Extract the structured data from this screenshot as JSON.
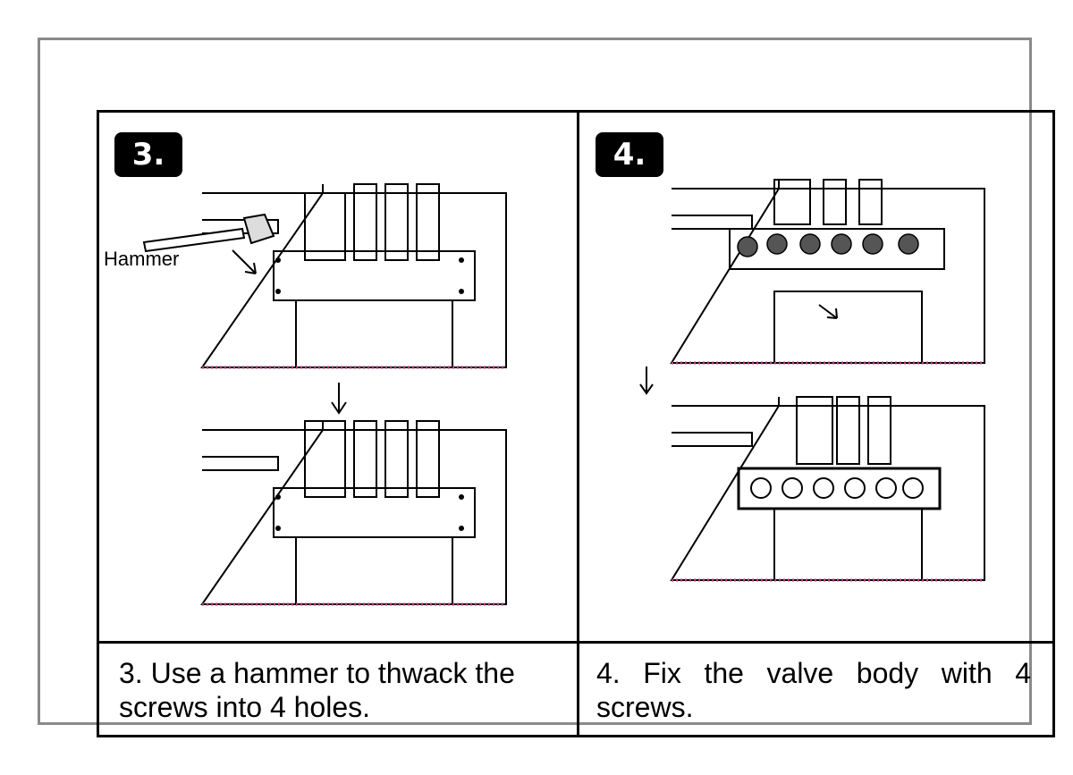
{
  "steps": [
    {
      "number": "3.",
      "hammer_label": "Hammer",
      "caption": "3. Use a hammer to thwack the screws into 4 holes."
    },
    {
      "number": "4.",
      "caption": "4. Fix the valve body with 4 screws."
    }
  ]
}
